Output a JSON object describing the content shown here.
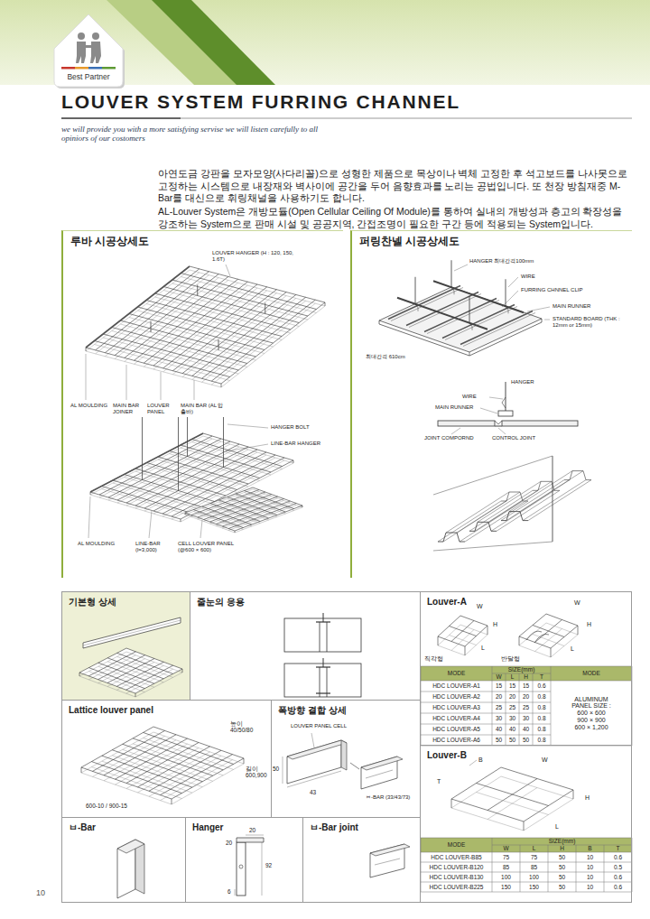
{
  "diagram": {
    "title": "LOUVER SYSTEM FURRING CHANNEL",
    "nodes": [
      {
        "text": [
          "Best Partner"
        ]
      },
      {
        "text": [
          "루바 시공상세도"
        ]
      },
      {
        "text": [
          "퍼링찬넬 시공상세도"
        ]
      },
      {
        "text": [
          "기본형 상세"
        ]
      },
      {
        "text": [
          "줄눈의 응용"
        ]
      },
      {
        "text": [
          "Louver-A"
        ]
      },
      {
        "text": [
          "Lattice louver panel"
        ]
      },
      {
        "text": [
          "폭방향 결합 상세"
        ]
      },
      {
        "text": [
          "Louver-B"
        ]
      },
      {
        "text": [
          "ㅂ-Bar"
        ]
      },
      {
        "text": [
          "Hanger"
        ]
      },
      {
        "text": [
          "ㅂ-Bar joint"
        ]
      }
    ],
    "labels": [
      "we will provide you with a more satisfying servise we will listen carefully to all opiniors of our costomers",
      "아연도금 강판을 모자모양(사다리꼴)으로 성형한 제품으로 목상이나 벽체 고정한 후 석고보드를 나사못으로 고정하는 시스템으로 내장재와 벽사이에 공간을 두어 음향효과를 노리는 공법입니다. 또 천장 방침재중 M-Bar를 대신으로 휘링채널을 사용하기도 합니다.",
      "AL-Louver System은 개방모듈(Open Cellular Ceiling Of Module)를 통하여 실내의 개방성과 층고의 확장성을 강조하는 System으로 판매 시설 및 공공지역, 간접조명이 필요한 구간 등에 적용되는 System입니다.",
      "LOUVER HANGER (H : 120, 150, 1.6T)",
      "AL MOULDING",
      "MAIN BAR JOINER",
      "LOUVER PANEL",
      "MAIN BAR (AL 압출바)",
      "HANGER BOLT",
      "LINE-BAR HANGER",
      "AL MOULDING",
      "LINE-BAR (l=3,000)",
      "CELL LOUVER PANEL (@600 × 600)",
      "HANGER 최대간격100mm",
      "WIRE",
      "FURRING CHNNEL CLIP",
      "최대간격 610cm",
      "MAIN RUNNER",
      "STANDARD BOARD (THK : 12mm or 15mm)",
      "HANGER",
      "WIRE",
      "MAIN RUNNER",
      "JOINT COMPORND",
      "CONTROL JOINT",
      "W",
      "H",
      "L",
      "W",
      "H",
      "L",
      "직각형",
      "반달형",
      "MODE",
      "SIZE(mm)",
      "MODE",
      "W",
      "L",
      "H",
      "T",
      "HDC LOUVER-A1",
      "15",
      "15",
      "15",
      "0.6",
      "ALUMINUM PANEL SIZE : 600 × 600 900 × 900 600 × 1,200",
      "HDC LOUVER-A2",
      "20",
      "20",
      "20",
      "0.8",
      "HDC LOUVER-A3",
      "25",
      "25",
      "25",
      "0.8",
      "HDC LOUVER-A4",
      "30",
      "30",
      "30",
      "0.8",
      "HDC LOUVER-A5",
      "40",
      "40",
      "40",
      "0.8",
      "HDC LOUVER-A6",
      "50",
      "50",
      "50",
      "0.8",
      "높이 40/50/80",
      "길이 600,900",
      "600-10 / 900-15",
      "LOUVER PANEL CELL",
      "50",
      "43",
      "ㅂ-BAR (33/43/73)",
      "B",
      "W",
      "H",
      "L",
      "T",
      "MODE",
      "SIZE(mm)",
      "W",
      "L",
      "H",
      "B",
      "T",
      "HDC LOUVER-B85",
      "75",
      "75",
      "50",
      "10",
      "0.6",
      "HDC LOUVER-B120",
      "85",
      "85",
      "50",
      "10",
      "0.5",
      "HDC LOUVER-B130",
      "100",
      "100",
      "50",
      "10",
      "0.6",
      "HDC LOUVER-B225",
      "150",
      "150",
      "50",
      "10",
      "0.6",
      "20",
      "20",
      "92",
      "6",
      "10"
    ]
  }
}
